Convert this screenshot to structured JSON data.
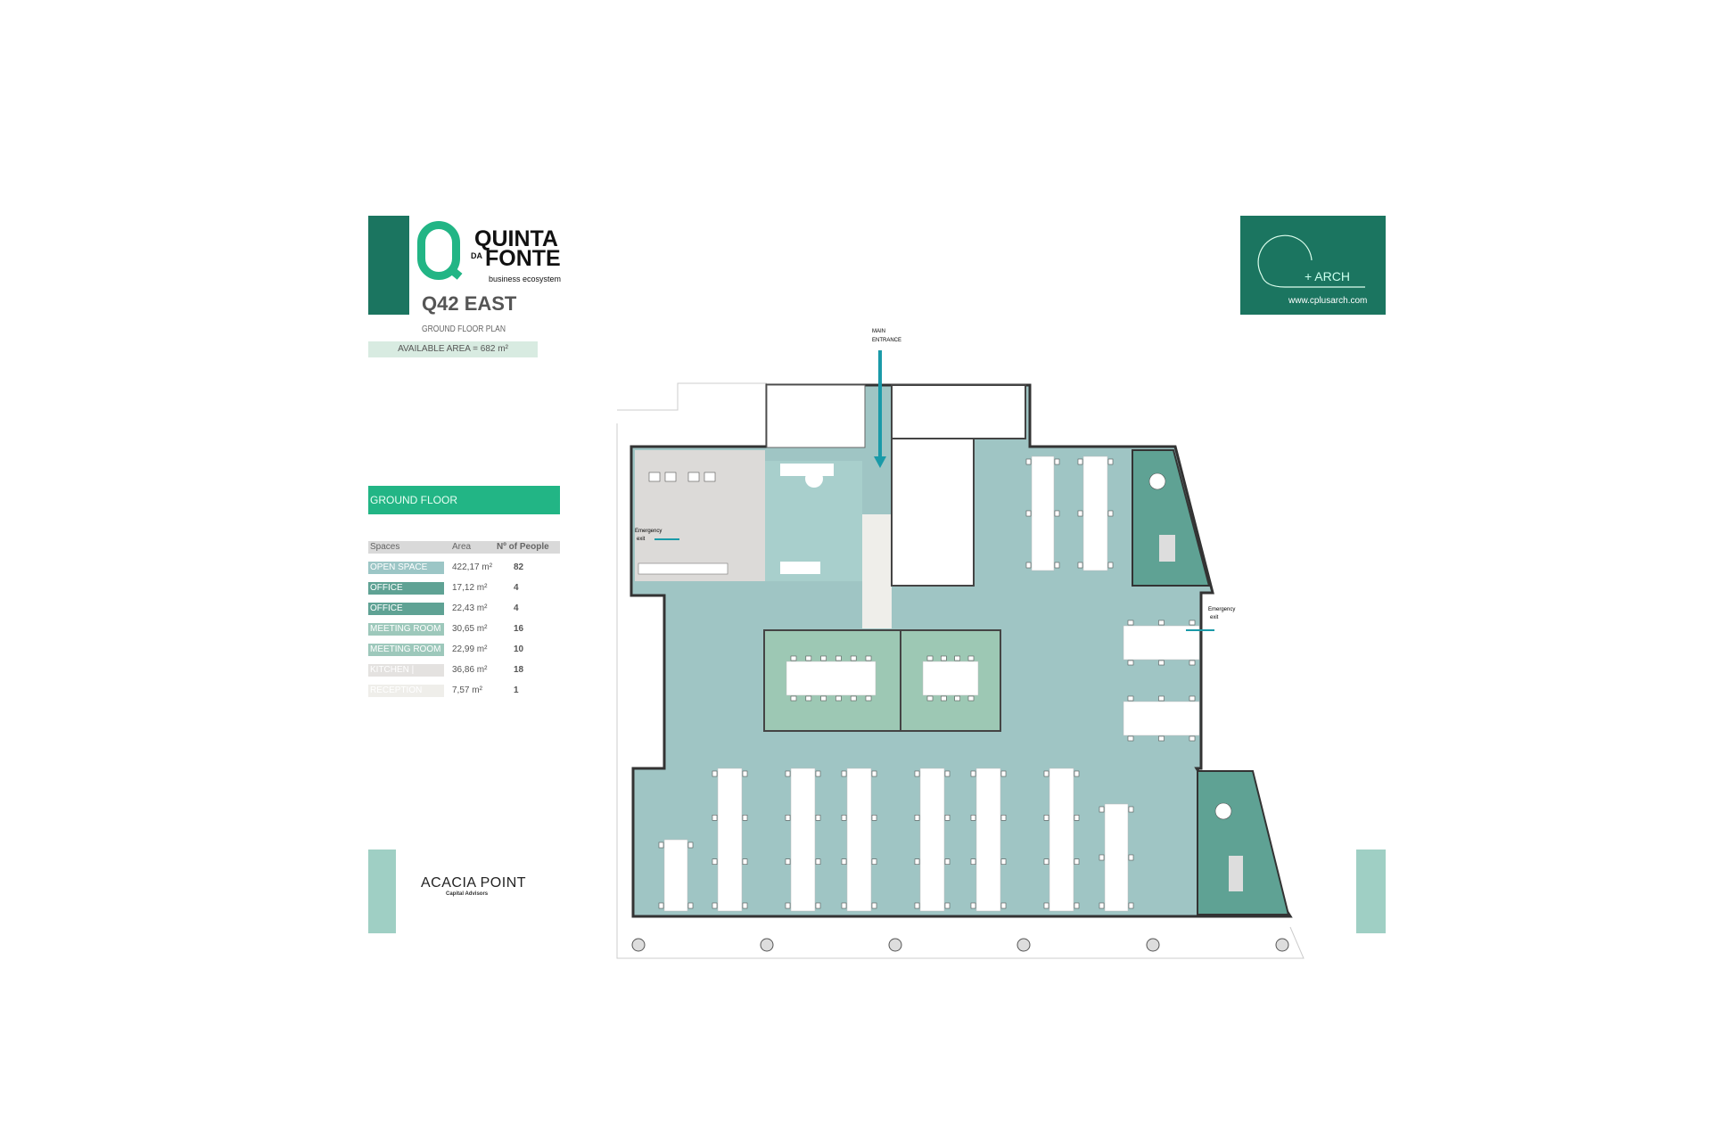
{
  "brand": {
    "line1": "QUINTA",
    "da": "DA",
    "line2": "FONTE",
    "tagline": "business ecosystem"
  },
  "header": {
    "title": "Q42 EAST",
    "subtitle": "GROUND FLOOR PLAN",
    "available_area": "AVAILABLE AREA = 682 m²"
  },
  "legend": {
    "section_title": "GROUND FLOOR",
    "columns": [
      "Spaces",
      "Area",
      "Nº of People"
    ],
    "rows": [
      {
        "space": "OPEN SPACE",
        "area": "422,17 m²",
        "people": "82",
        "color": "#9cc6c6"
      },
      {
        "space": "OFFICE",
        "area": "17,12 m²",
        "people": "4",
        "color": "#5fa294"
      },
      {
        "space": "OFFICE",
        "area": "22,43 m²",
        "people": "4",
        "color": "#5fa294"
      },
      {
        "space": "MEETING ROOM",
        "area": "30,65 m²",
        "people": "16",
        "color": "#9dc8bb"
      },
      {
        "space": "MEETING ROOM",
        "area": "22,99 m²",
        "people": "10",
        "color": "#9dc8bb"
      },
      {
        "space": "KITCHEN | LOUNGE",
        "area": "36,86 m²",
        "people": "18",
        "color": "#e4e2e0"
      },
      {
        "space": "RECEPTION",
        "area": "7,57 m²",
        "people": "1",
        "color": "#efeeea"
      }
    ]
  },
  "architect": {
    "name": "+ ARCH",
    "url": "www.cplusarch.com"
  },
  "plan": {
    "main_entrance": [
      "MAIN",
      "ENTRANCE"
    ],
    "emergency_exit": [
      "Emergency",
      "exit"
    ],
    "accent": "#1a9aa8"
  },
  "footer": {
    "brand": "ACACIA POINT",
    "brand_sub": "Capital Advisors"
  }
}
